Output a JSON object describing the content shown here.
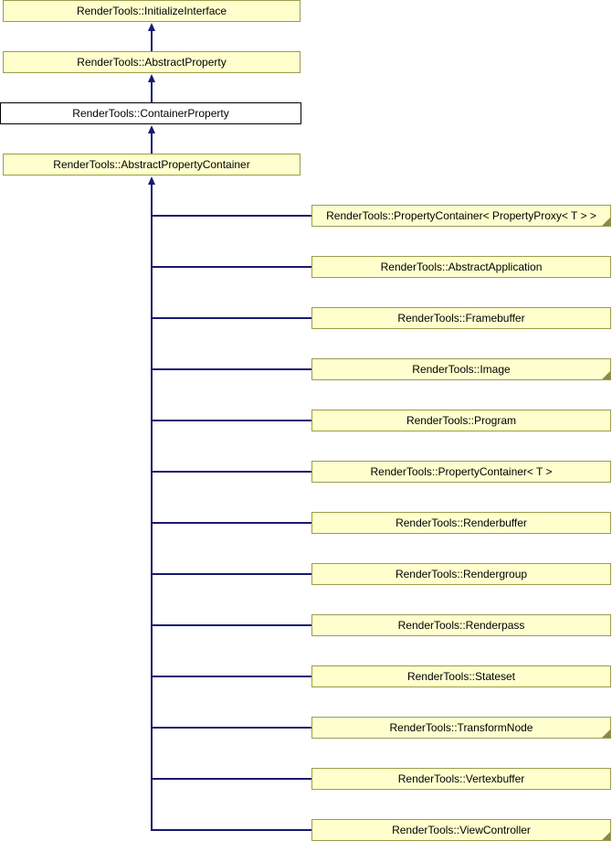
{
  "colors": {
    "node_fill": "#FFFFCE",
    "node_border": "#9C9C4E",
    "current_fill": "#FFFFFF",
    "current_border": "#000000",
    "edge": "#191970",
    "fold": "#8A8A46"
  },
  "diagram": {
    "type": "inheritance-graph",
    "chain": [
      {
        "label": "RenderTools::InitializeInterface"
      },
      {
        "label": "RenderTools::AbstractProperty"
      },
      {
        "label": "RenderTools::ContainerProperty",
        "current": true
      },
      {
        "label": "RenderTools::AbstractPropertyContainer"
      }
    ],
    "derived": [
      {
        "label": "RenderTools::PropertyContainer< PropertyProxy< T > >",
        "truncated": true
      },
      {
        "label": "RenderTools::AbstractApplication",
        "truncated": false
      },
      {
        "label": "RenderTools::Framebuffer",
        "truncated": false
      },
      {
        "label": "RenderTools::Image",
        "truncated": true
      },
      {
        "label": "RenderTools::Program",
        "truncated": false
      },
      {
        "label": "RenderTools::PropertyContainer< T >",
        "truncated": false
      },
      {
        "label": "RenderTools::Renderbuffer",
        "truncated": false
      },
      {
        "label": "RenderTools::Rendergroup",
        "truncated": false
      },
      {
        "label": "RenderTools::Renderpass",
        "truncated": false
      },
      {
        "label": "RenderTools::Stateset",
        "truncated": false
      },
      {
        "label": "RenderTools::TransformNode",
        "truncated": true
      },
      {
        "label": "RenderTools::Vertexbuffer",
        "truncated": false
      },
      {
        "label": "RenderTools::ViewController",
        "truncated": true
      }
    ]
  }
}
